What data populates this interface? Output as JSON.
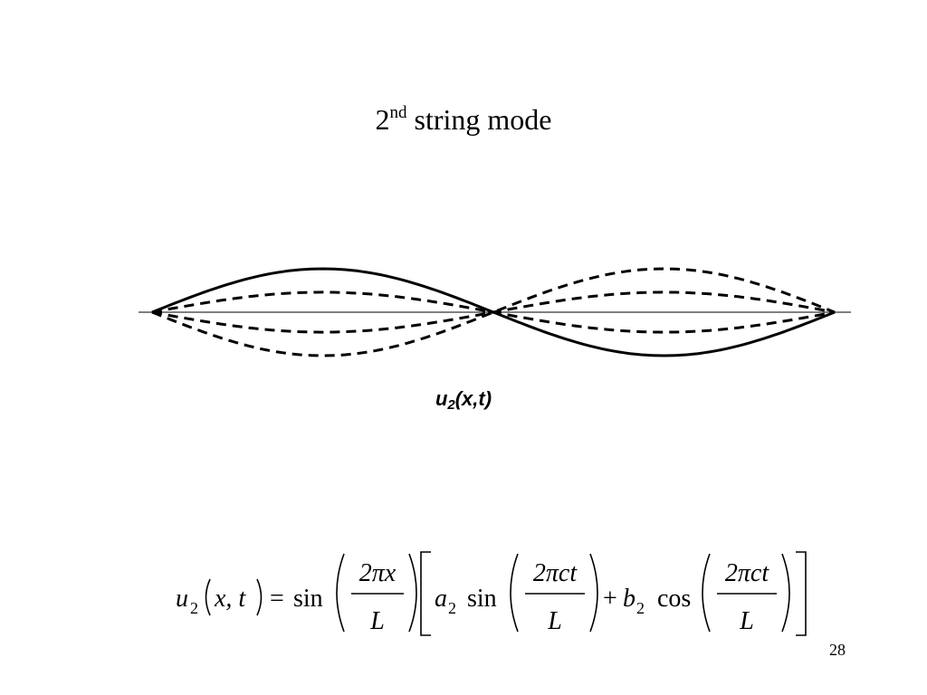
{
  "slide": {
    "title_main": "2",
    "title_sup": "nd",
    "title_rest": " string mode",
    "wave_label_u": "u",
    "wave_label_sub": "2",
    "wave_label_args": "(x,t)",
    "slide_number": "28"
  },
  "formula": {
    "lhs_u": "u",
    "lhs_sub": "2",
    "lhs_args": "x, t",
    "equals": "=",
    "sin": "sin",
    "frac1_num": "2πx",
    "frac_den": "L",
    "a": "a",
    "a_sub": "2",
    "frac2_num": "2πct",
    "plus": "+",
    "b": "b",
    "b_sub": "2",
    "cos": "cos",
    "frac3_num": "2πct"
  },
  "colors": {
    "ink": "#000000",
    "background": "#ffffff"
  },
  "wave_curves": [
    {
      "style": "solid",
      "amplitude": 1.0
    },
    {
      "style": "dashed",
      "amplitude": 0.46
    },
    {
      "style": "dashed",
      "amplitude": -0.46
    },
    {
      "style": "dashed",
      "amplitude": -1.0
    }
  ]
}
